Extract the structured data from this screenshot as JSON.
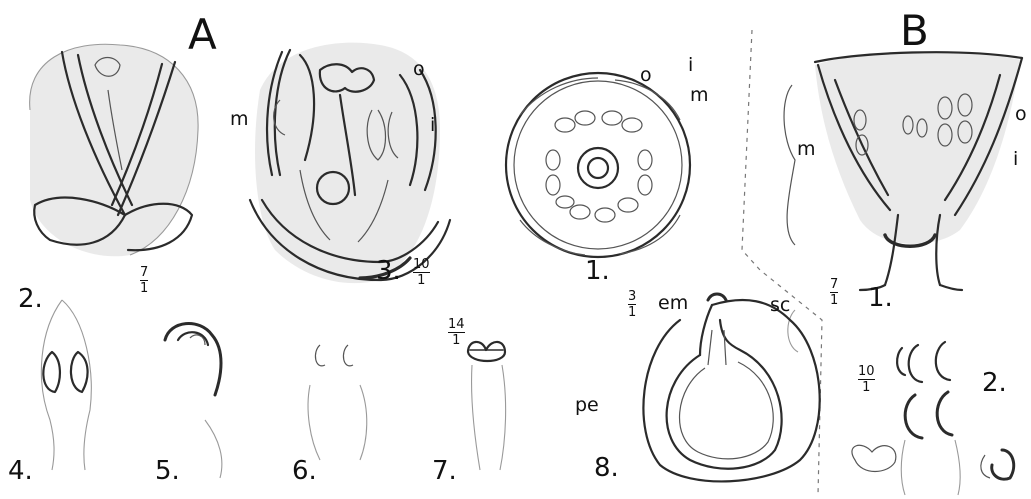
{
  "panels": {
    "a": "A",
    "b": "B"
  },
  "figures": {
    "a1": "1.",
    "a2": "2.",
    "a3": "3.",
    "a4": "4.",
    "a5": "5.",
    "a6": "6.",
    "a7": "7.",
    "a8": "8.",
    "b1": "1.",
    "b2": "2."
  },
  "part_labels": {
    "o": "o",
    "i": "i",
    "m": "m",
    "em": "em",
    "sc": "sc",
    "pe": "pe"
  },
  "scales": {
    "a2": {
      "num": "7",
      "den": "1"
    },
    "a3": {
      "num": "10",
      "den": "1"
    },
    "a4_7": {
      "num": "14",
      "den": "1"
    },
    "a8": {
      "num": "3",
      "den": "1"
    },
    "b1": {
      "num": "7",
      "den": "1"
    },
    "b2": {
      "num": "10",
      "den": "1"
    }
  }
}
